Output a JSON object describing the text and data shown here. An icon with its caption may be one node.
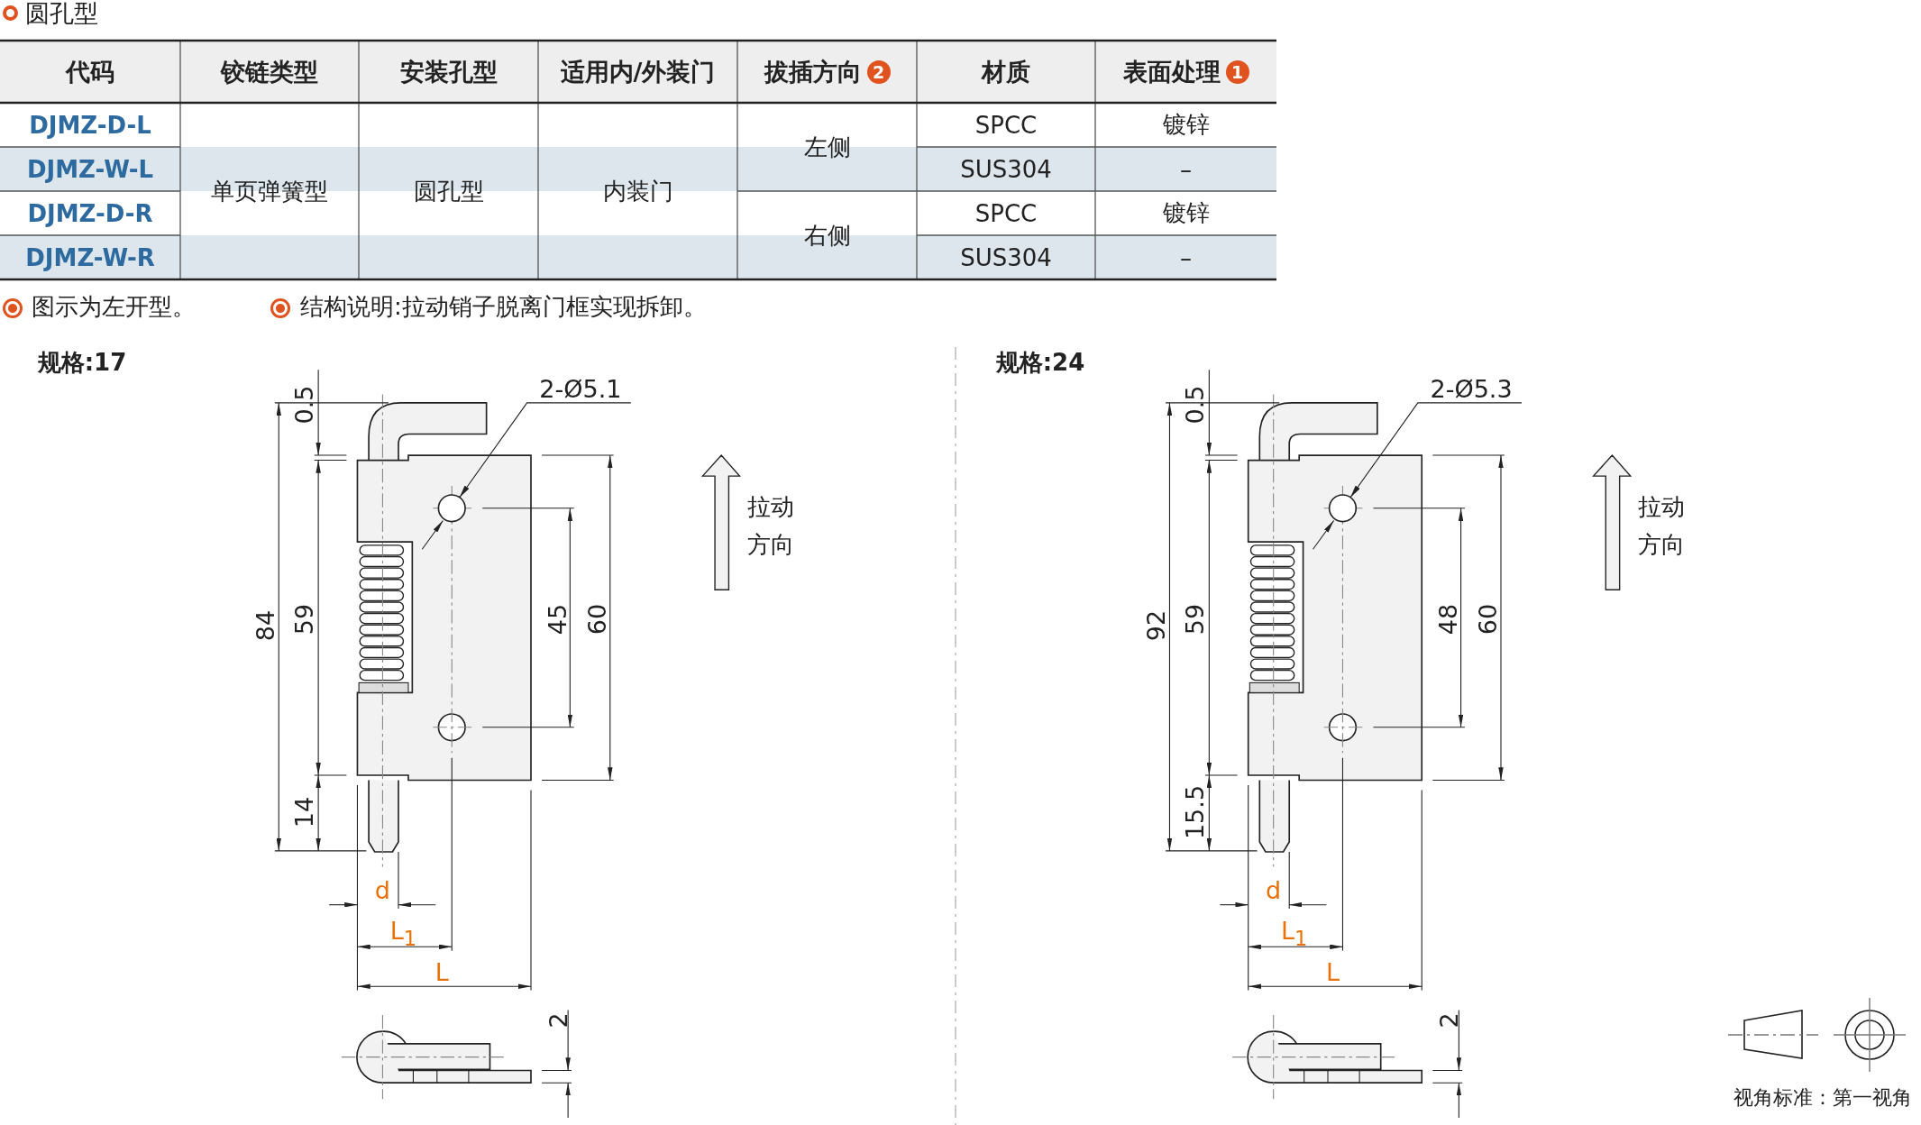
{
  "diagram": {
    "title": "圆孔型",
    "nodes": [
      {
        "text": [
          "2-Ø5.1"
        ]
      },
      {
        "text": [],
        "shape": "circle"
      },
      {
        "text": [
          "2-Ø5.3"
        ]
      },
      {
        "text": [],
        "shape": "circle"
      }
    ],
    "edges": [
      {
        "from": 0,
        "to": 1,
        "arrow": "to"
      },
      {
        "from": 2,
        "to": 3,
        "arrow": "to"
      }
    ],
    "labels": [
      "代码",
      "铰链类型",
      "安装孔型",
      "适用内/外装门",
      "拔插方向",
      "2",
      "材质",
      "表面处理",
      "1",
      "DJMZ-D-L",
      "单页弹簧型",
      "圆孔型",
      "内装门",
      "左侧",
      "SPCC",
      "镀锌",
      "DJMZ-W-L",
      "SUS304",
      "–",
      "DJMZ-D-R",
      "右侧",
      "SPCC",
      "镀锌",
      "DJMZ-W-R",
      "SUS304",
      "–",
      "图示为左开型。",
      "结构说明:拉动销子脱离门框实现拆卸。",
      "规格:17",
      "0.5",
      "84",
      "59",
      "45",
      "60",
      "14",
      "d",
      "L$_{1}$",
      "L",
      "2",
      "拉动方向",
      "规格:24",
      "0.5",
      "92",
      "59",
      "48",
      "60",
      "15.5",
      "d",
      "L$_{1}$",
      "L",
      "2",
      "拉动方向",
      "视角标准：第一视角"
    ]
  }
}
